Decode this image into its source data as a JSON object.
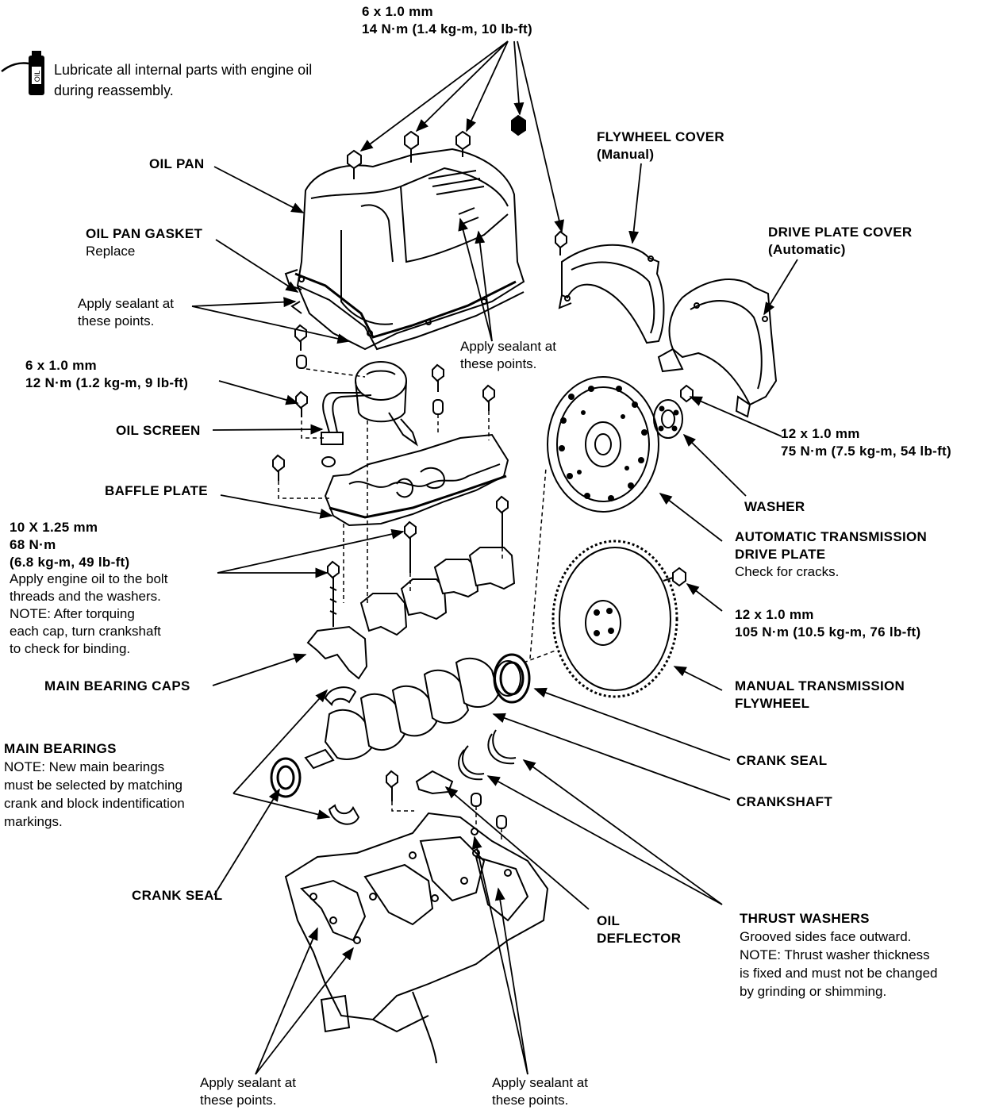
{
  "labels": {
    "bolt_top": [
      "6 x 1.0 mm",
      "14 N·m (1.4 kg-m, 10 lb-ft)"
    ],
    "lubricate": [
      "Lubricate all internal parts with engine oil",
      "during reassembly."
    ],
    "oil_pan": "OIL PAN",
    "oil_pan_gasket": [
      "OIL PAN GASKET",
      "Replace"
    ],
    "sealant_left_top": [
      "Apply sealant at",
      "these points."
    ],
    "sealant_right_top": [
      "Apply sealant at",
      "these points."
    ],
    "bolt_screen": [
      "6 x 1.0 mm",
      "12 N·m (1.2 kg-m, 9 lb-ft)"
    ],
    "oil_screen": "OIL SCREEN",
    "baffle_plate": "BAFFLE PLATE",
    "bolt_caps": [
      "10 X 1.25 mm",
      "68 N·m",
      "(6.8 kg-m, 49 lb-ft)",
      "Apply engine oil to the bolt",
      "threads and the washers.",
      "NOTE: After torquing",
      "each cap, turn crankshaft",
      "to check for binding."
    ],
    "main_bearing_caps": "MAIN BEARING CAPS",
    "main_bearings": [
      "MAIN BEARINGS",
      "NOTE: New main bearings",
      "must be selected by matching",
      "crank and block indentification",
      "markings."
    ],
    "crank_seal_left": "CRANK SEAL",
    "sealant_bottom_left": [
      "Apply sealant at",
      "these points."
    ],
    "sealant_bottom_right": [
      "Apply sealant at",
      "these points."
    ],
    "oil_deflector": [
      "OIL",
      "DEFLECTOR"
    ],
    "thrust_washers": [
      "THRUST WASHERS",
      "Grooved sides face outward.",
      "NOTE: Thrust washer thickness",
      "is fixed and must not be changed",
      "by grinding or shimming."
    ],
    "crankshaft": "CRANKSHAFT",
    "crank_seal_right": "CRANK SEAL",
    "manual_flywheel": [
      "MANUAL TRANSMISSION",
      "FLYWHEEL"
    ],
    "bolt_flywheel": [
      "12 x 1.0 mm",
      "105 N·m (10.5 kg-m, 76 lb-ft)"
    ],
    "auto_drive_plate": [
      "AUTOMATIC TRANSMISSION",
      "DRIVE PLATE",
      "Check for cracks."
    ],
    "washer": "WASHER",
    "bolt_drive_plate": [
      "12 x 1.0 mm",
      "75 N·m (7.5 kg-m, 54 lb-ft)"
    ],
    "drive_plate_cover": [
      "DRIVE PLATE COVER",
      "(Automatic)"
    ],
    "flywheel_cover": [
      "FLYWHEEL COVER",
      "(Manual)"
    ]
  },
  "icons": {
    "oil_can": "oil-can-icon"
  }
}
